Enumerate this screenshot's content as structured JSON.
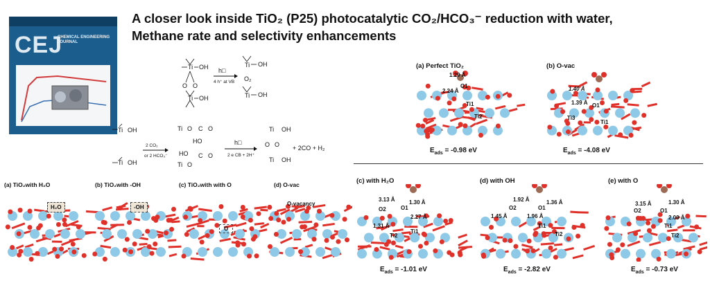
{
  "title": {
    "line1": "A closer look inside TiO₂ (P25) photocatalytic CO₂/HCO₃⁻ reduction with water,",
    "line2": "Methane rate and selectivity enhancements"
  },
  "cover": {
    "logo": "CEJ",
    "journal_name": "CHEMICAL ENGINEERING JOURNAL"
  },
  "scheme": {
    "step1_light": "h□",
    "step1_cond": "4 h⁺ at VB",
    "step2_reagent": "2 CO₂",
    "step2_alt": "or 2 HCO₃⁻",
    "step3_light": "h□",
    "step3_cond": "2 e CB + 2H⁺",
    "products": "+ 2CO + H₂",
    "o2_label": "O₂"
  },
  "left_panels": [
    {
      "label": "(a) TiO₂with H₂O",
      "callout": "H₂O"
    },
    {
      "label": "(b) TiO₂with -OH",
      "callout": "-OH"
    },
    {
      "label": "(c) TiO₂with with O",
      "callout": "O"
    },
    {
      "label": "(d) O-vac",
      "callout": "O-vacancy"
    }
  ],
  "top_right": [
    {
      "label": "(a) Perfect TiO₂",
      "energy": "E",
      "energy_sub": "ads",
      "energy_val": " = -0.98 eV",
      "dist": [
        "1.29 Å",
        "2.24 Å"
      ],
      "atoms": [
        "O1",
        "Ti1",
        "Ti2"
      ]
    },
    {
      "label": "(b) O-vac",
      "energy": "E",
      "energy_sub": "ads",
      "energy_val": " = -4.08 eV",
      "dist": [
        "1.40 Å",
        "1.39 Å"
      ],
      "atoms": [
        "Ti3",
        "Ti1",
        "O1"
      ]
    }
  ],
  "bottom_right": [
    {
      "label": "(c) with H₂O",
      "energy": "E",
      "energy_sub": "ads",
      "energy_val": " = -1.01 eV",
      "dist": [
        "3.13 Å",
        "1.30 Å",
        "2.27 Å",
        "1.31 Å"
      ],
      "atoms": [
        "O2",
        "O1",
        "Ti2",
        "Ti1"
      ]
    },
    {
      "label": "(d) with OH",
      "energy": "E",
      "energy_sub": "ads",
      "energy_val": " = -2.82 eV",
      "dist": [
        "1.92 Å",
        "1.36 Å",
        "1.45 Å",
        "1.96 Å"
      ],
      "atoms": [
        "O2",
        "O1",
        "Ti1",
        "Ti2"
      ]
    },
    {
      "label": "(e) with O",
      "energy": "E",
      "energy_sub": "ads",
      "energy_val": " = -0.73 eV",
      "dist": [
        "3.15 Å",
        "1.30 Å",
        "2.00 Å"
      ],
      "atoms": [
        "O2",
        "O1",
        "Ti1",
        "Ti2"
      ]
    }
  ],
  "colors": {
    "ti": "#8fc9e8",
    "o": "#e0302a",
    "c": "#9b6b55",
    "h": "#f3d6d6",
    "cover": "#1b5d8c"
  }
}
